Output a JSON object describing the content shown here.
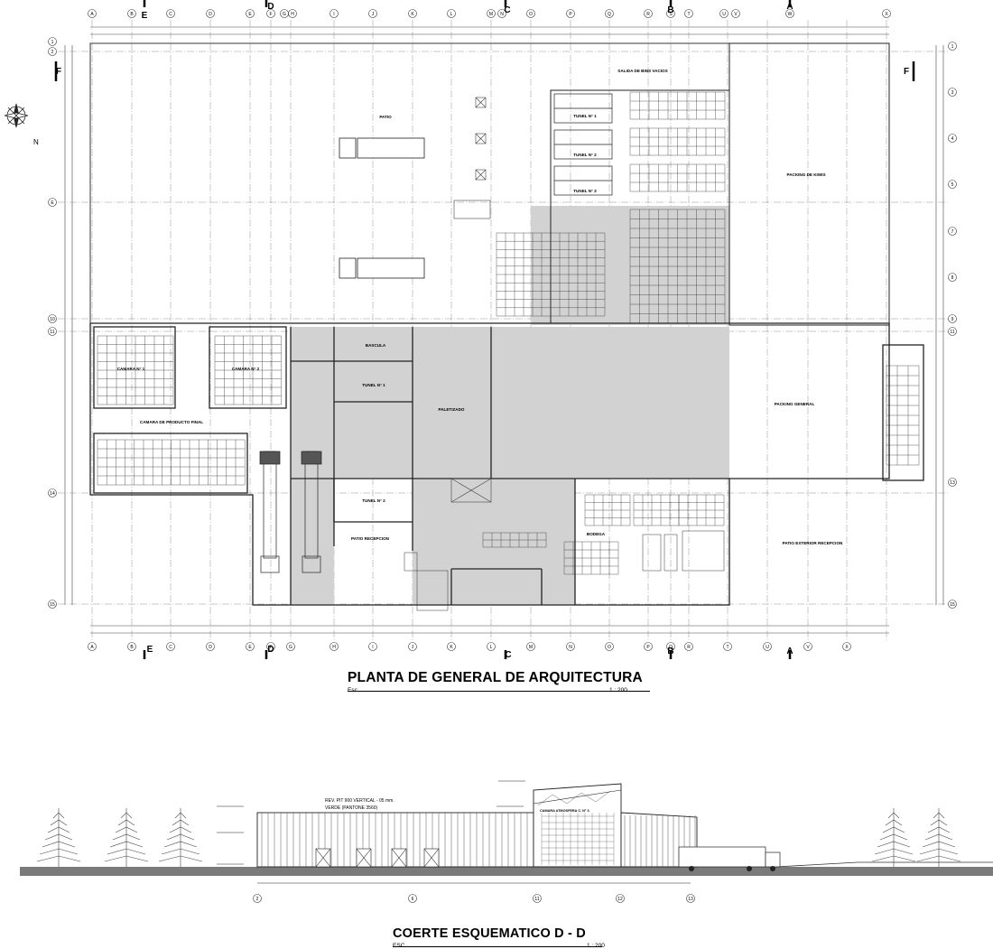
{
  "plan": {
    "title": "PLANTA DE GENERAL DE ARQUITECTURA",
    "esc_label": "Esc.",
    "scale": "1 : 200",
    "north_label": "N",
    "column_axes": [
      "A",
      "B",
      "C",
      "D",
      "E",
      "F",
      "G",
      "H",
      "I",
      "J",
      "K",
      "L",
      "M",
      "N",
      "O",
      "P",
      "Q",
      "R",
      "S",
      "T",
      "U",
      "V",
      "W",
      "X"
    ],
    "bottom_axes": [
      "A",
      "B",
      "C",
      "D",
      "E",
      "F",
      "G",
      "H",
      "I",
      "J",
      "K",
      "L",
      "M",
      "N",
      "O",
      "P",
      "Q",
      "R",
      "T",
      "U",
      "V",
      "X"
    ],
    "row_axes_left": [
      "1",
      "2",
      "E",
      "10",
      "11",
      "14",
      "15"
    ],
    "row_axes_right": [
      "1",
      "3",
      "4",
      "5",
      "7",
      "8",
      "9",
      "11",
      "13",
      "15"
    ],
    "section_marks": [
      "E",
      "D",
      "C",
      "B",
      "A",
      "F"
    ],
    "rooms": {
      "patio": "PATIO",
      "salida_bins": "SALIDA DE BINS VACIOS",
      "tunel1_top": "TUNEL N° 1",
      "tunel2_top": "TUNEL N° 2",
      "tunel3_top": "TUNEL N° 3",
      "packing_kiwis": "PACKING DE KIWIS",
      "camara1": "CAMARA N° 1",
      "camara2": "CAMARA N° 2",
      "camara_producto": "CAMARA DE PRODUCTO FINAL",
      "bascula": "BASCULA",
      "tunel1": "TUNEL N° 1",
      "tunel2": "TUNEL N° 2",
      "paletizado": "PALETIZADO",
      "packing_general": "PACKING GENERAL",
      "patio_recepcion": "PATIO RECEPCION",
      "bodega": "BODEGA",
      "patio_exterior": "PATIO EXTERIOR RECEPCION"
    }
  },
  "section": {
    "title": "COERTE ESQUEMATICO D - D",
    "esc_label": "ESC.",
    "scale": "1 : 200",
    "note_line1": "REV. PIT 900 VERTICAL - 05 mm.",
    "note_line2": "VERDE (PANTONE 3560)",
    "room_label": "CAMARA ATMOSFERA C. N° 3",
    "axes": [
      "2",
      "6",
      "11",
      "12",
      "13"
    ]
  },
  "colors": {
    "line": "#222222",
    "grey_fill": "#d2d2d2",
    "axis_line": "#666666"
  }
}
